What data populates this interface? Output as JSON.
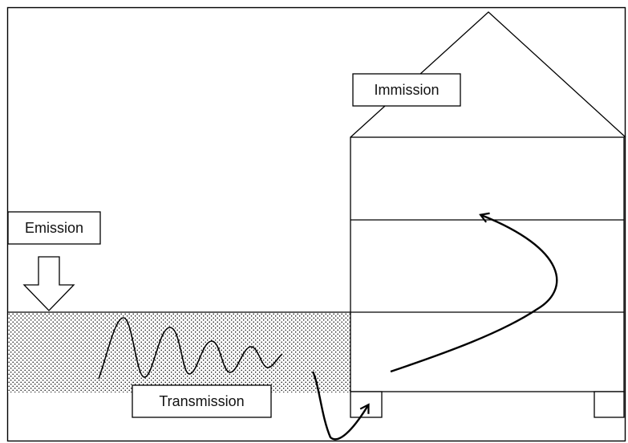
{
  "diagram": {
    "labels": {
      "emission": "Emission",
      "immission": "Immission",
      "transmission": "Transmission"
    },
    "colors": {
      "stroke": "#000000",
      "background": "#ffffff",
      "ground_stipple": "#000000"
    },
    "icons": {
      "emission_arrow": "arrow-down-outline-icon"
    }
  }
}
